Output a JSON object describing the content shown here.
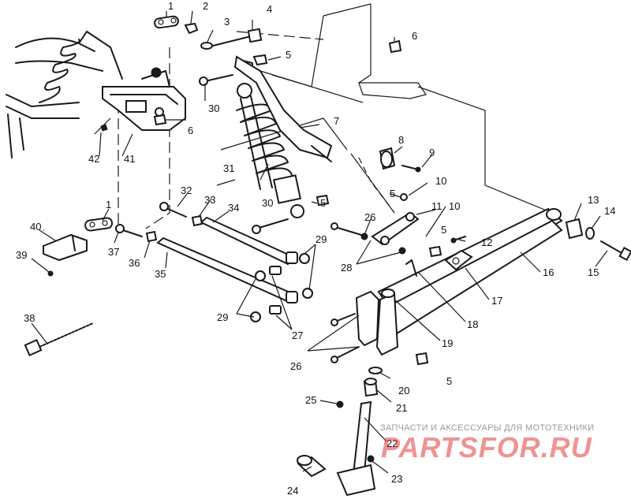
{
  "diagram": {
    "callouts": [
      "1",
      "2",
      "3",
      "4",
      "5",
      "6",
      "7",
      "8",
      "9",
      "10",
      "11",
      "12",
      "13",
      "14",
      "15",
      "16",
      "17",
      "18",
      "19",
      "20",
      "21",
      "22",
      "23",
      "24",
      "25",
      "26",
      "27",
      "28",
      "29",
      "30",
      "31",
      "32",
      "33",
      "34",
      "35",
      "36",
      "37",
      "38",
      "39",
      "40",
      "41",
      "42"
    ]
  },
  "watermark": {
    "tagline": "ЗАПЧАСТИ И АКСЕССУАРЫ ДЛЯ МОТОТЕХНИКИ",
    "logo": "PARTSFOR.RU"
  }
}
